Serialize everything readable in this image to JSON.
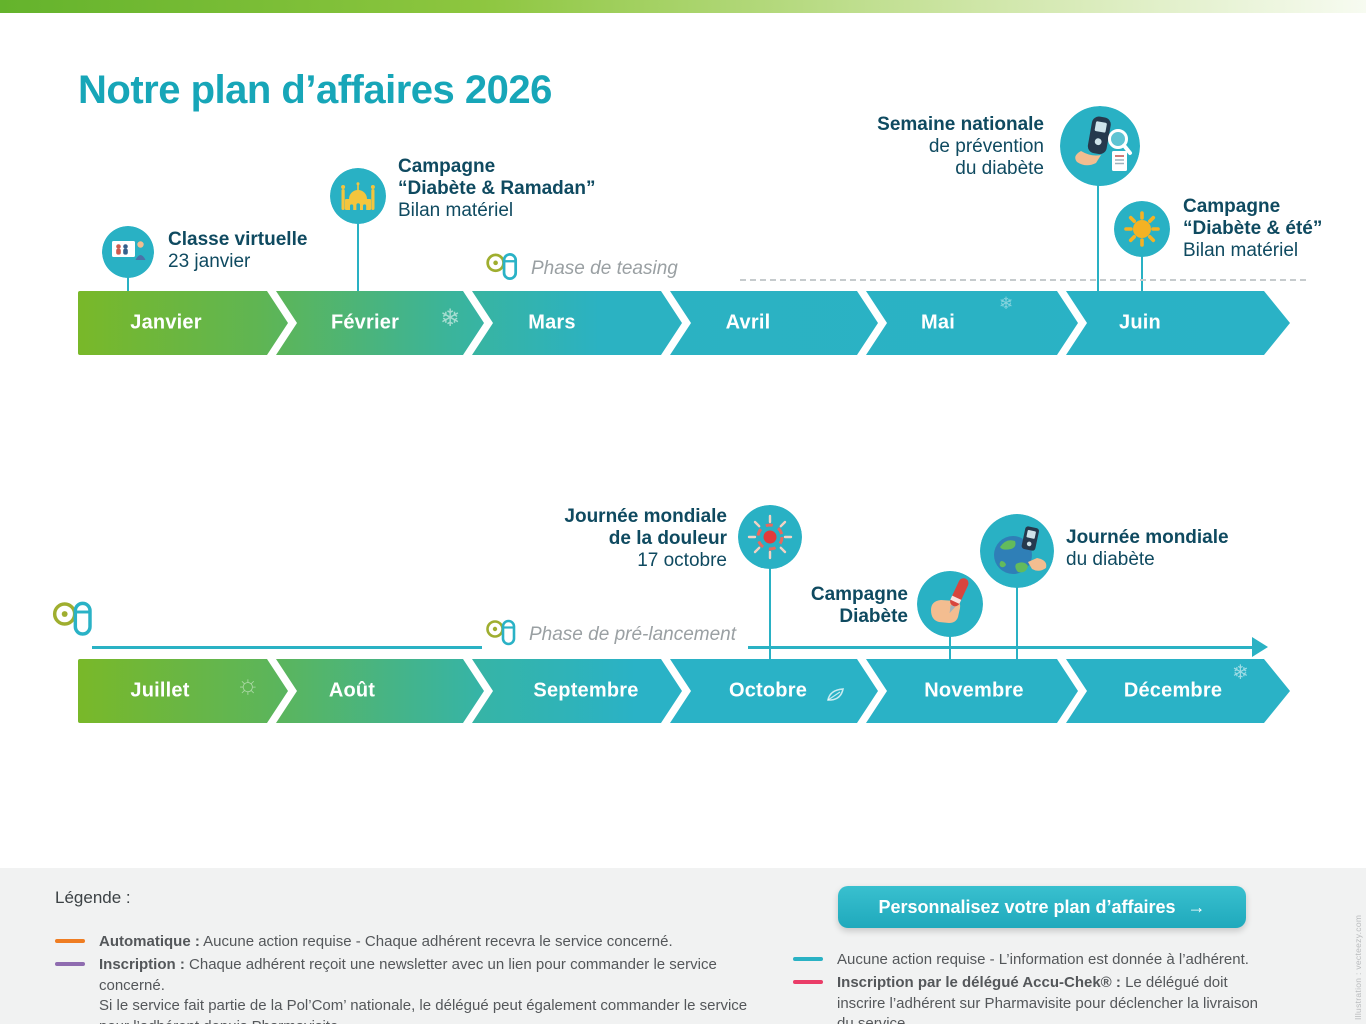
{
  "title": "Notre plan d’affaires 2026",
  "timeline1": {
    "months": [
      "Janvier",
      "Février",
      "Mars",
      "Avril",
      "Mai",
      "Juin"
    ],
    "phase_label": "Phase de teasing",
    "events": {
      "classe": {
        "line1": "Classe virtuelle",
        "line2": "23 janvier"
      },
      "ramadan": {
        "line1": "Campagne",
        "line2": "“Diabète & Ramadan”",
        "line3": "Bilan matériel"
      },
      "semaine": {
        "line1": "Semaine nationale",
        "line2": "de prévention",
        "line3": "du diabète"
      },
      "ete": {
        "line1": "Campagne",
        "line2": "“Diabète & été”",
        "line3": "Bilan matériel"
      }
    }
  },
  "timeline2": {
    "months": [
      "Juillet",
      "Août",
      "Septembre",
      "Octobre",
      "Novembre",
      "Décembre"
    ],
    "phase_label": "Phase de pré-lancement",
    "events": {
      "douleur": {
        "line1": "Journée mondiale",
        "line2": "de la douleur",
        "line3": "17 octobre"
      },
      "campagne_diabete": {
        "line1": "Campagne",
        "line2": "Diabète"
      },
      "mondiale_diabete": {
        "line1": "Journée mondiale",
        "line2": "du diabète"
      }
    }
  },
  "legend": {
    "heading": "Légende :",
    "left": [
      {
        "label": "Automatique :",
        "text": "Aucune action requise - Chaque adhérent recevra le service concerné."
      },
      {
        "label": "Inscription :",
        "text": "Chaque adhérent reçoit une newsletter avec un lien pour commander le service concerné.",
        "text2": "Si le service fait partie de la Pol’Com’ nationale, le délégué peut également commander le service pour l’adhérent depuis Pharmavisite."
      }
    ],
    "right": [
      {
        "text": "Aucune action requise - L’information est donnée à l’adhérent."
      },
      {
        "label": "Inscription par le délégué Accu-Chek® :",
        "text": "Le délégué doit inscrire l’adhérent sur Pharmavisite pour déclencher la livraison du service."
      }
    ],
    "button_label": "Personnalisez votre plan d’affaires",
    "button_arrow": "→"
  },
  "decor": {
    "snowflake": "❄",
    "sun_outline": "☼"
  },
  "colors": {
    "teal": "#2ab2c4",
    "green": "#79b829",
    "title_teal": "#17a6b8",
    "orange": "#ef7d22",
    "purple": "#8f6cb0",
    "pink": "#ea3d68"
  },
  "credit": "Illustration : vecteezy.com"
}
